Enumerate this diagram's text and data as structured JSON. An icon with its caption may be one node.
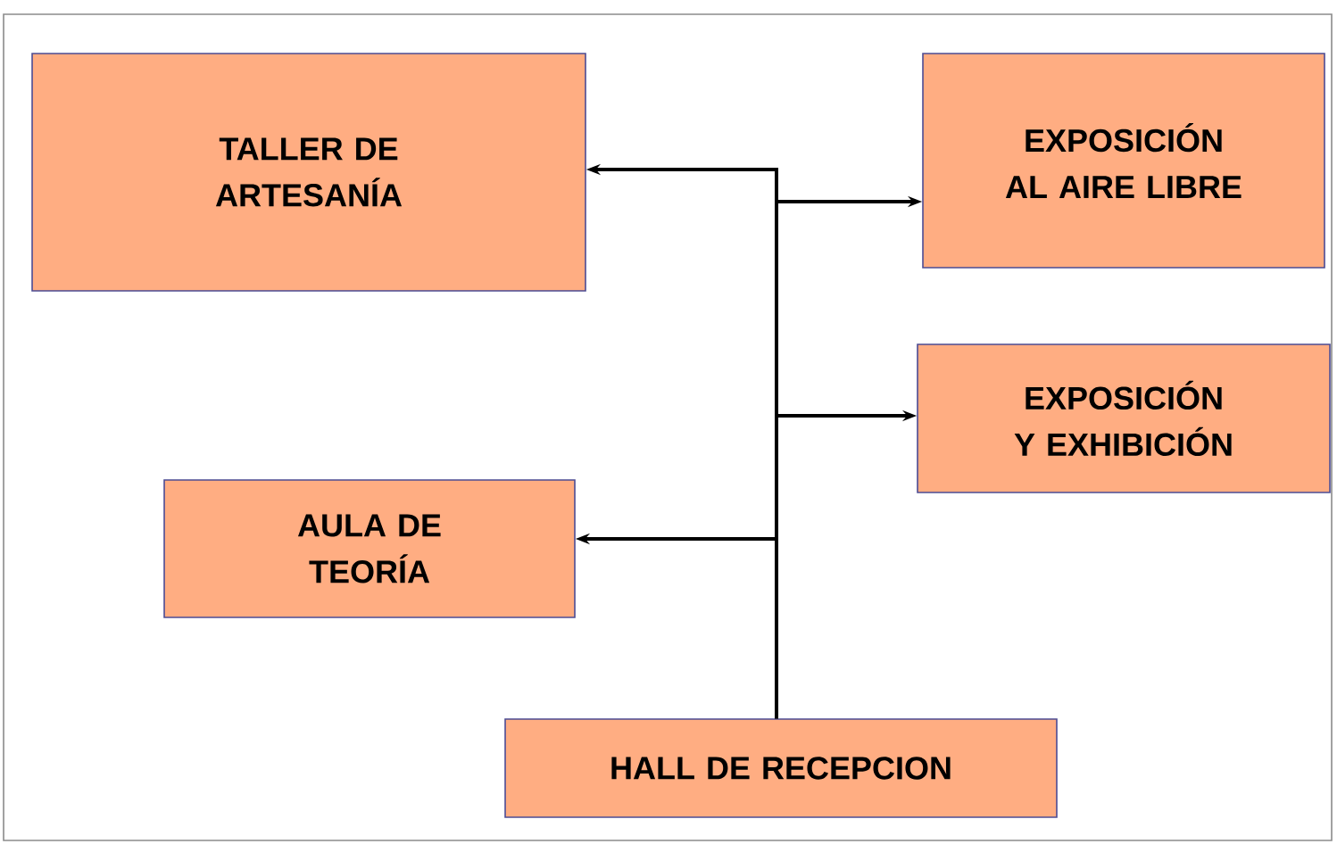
{
  "diagram": {
    "nodes": [
      {
        "text": [
          "TALLER DE ARTESANÍA"
        ]
      },
      {
        "text": [
          "EXPOSICIÓN AL AIRE LIBRE"
        ]
      },
      {
        "text": [
          "EXPOSICIÓN Y EXHIBICIÓN"
        ]
      },
      {
        "text": [
          "AULA DE TEORÍA"
        ]
      },
      {
        "text": [
          "HALL DE RECEPCION"
        ]
      }
    ],
    "edges": [
      {
        "from": 4,
        "to": 0,
        "arrow": "to"
      },
      {
        "from": 4,
        "to": 1,
        "arrow": "to"
      },
      {
        "from": 4,
        "to": 2,
        "arrow": "to"
      },
      {
        "from": 4,
        "to": 3,
        "arrow": "to"
      }
    ]
  }
}
